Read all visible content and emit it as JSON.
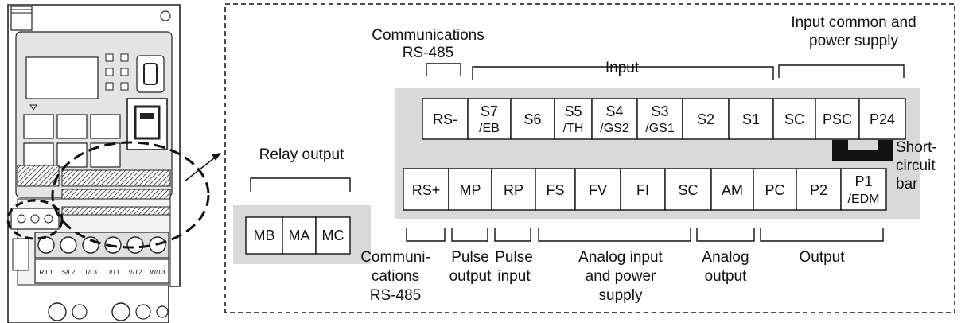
{
  "top_row": [
    {
      "line1": "RS-",
      "line2": ""
    },
    {
      "line1": "S7",
      "line2": "/EB"
    },
    {
      "line1": "S6",
      "line2": ""
    },
    {
      "line1": "S5",
      "line2": "/TH"
    },
    {
      "line1": "S4",
      "line2": "/GS2"
    },
    {
      "line1": "S3",
      "line2": "/GS1"
    },
    {
      "line1": "S2",
      "line2": ""
    },
    {
      "line1": "S1",
      "line2": ""
    },
    {
      "line1": "SC",
      "line2": ""
    },
    {
      "line1": "PSC",
      "line2": ""
    },
    {
      "line1": "P24",
      "line2": ""
    }
  ],
  "bottom_row": [
    {
      "line1": "RS+",
      "line2": ""
    },
    {
      "line1": "MP",
      "line2": ""
    },
    {
      "line1": "RP",
      "line2": ""
    },
    {
      "line1": "FS",
      "line2": ""
    },
    {
      "line1": "FV",
      "line2": ""
    },
    {
      "line1": "FI",
      "line2": ""
    },
    {
      "line1": "SC",
      "line2": ""
    },
    {
      "line1": "AM",
      "line2": ""
    },
    {
      "line1": "PC",
      "line2": ""
    },
    {
      "line1": "P2",
      "line2": ""
    },
    {
      "line1": "P1",
      "line2": "/EDM"
    }
  ],
  "relay": {
    "title": "Relay output",
    "terminals": [
      "MB",
      "MA",
      "MC"
    ]
  },
  "top_groups": [
    {
      "lines": [
        "Communications",
        "RS-485"
      ]
    },
    {
      "lines": [
        "Input"
      ]
    },
    {
      "lines": [
        "Input common and",
        "power supply"
      ]
    }
  ],
  "bottom_groups": [
    {
      "lines": [
        "Communi-",
        "cations",
        "RS-485"
      ]
    },
    {
      "lines": [
        "Pulse",
        "output"
      ]
    },
    {
      "lines": [
        "Pulse",
        "input"
      ]
    },
    {
      "lines": [
        "Analog input",
        "and power",
        "supply"
      ]
    },
    {
      "lines": [
        "Analog",
        "output"
      ]
    },
    {
      "lines": [
        "Output"
      ]
    }
  ],
  "short_circuit_bar": [
    "Short-",
    "circuit",
    "bar"
  ],
  "drive_unit": {
    "bottom_labels": [
      "R/L1",
      "S/L2",
      "T/L3",
      "U/T1",
      "V/T2",
      "W/T3"
    ]
  }
}
